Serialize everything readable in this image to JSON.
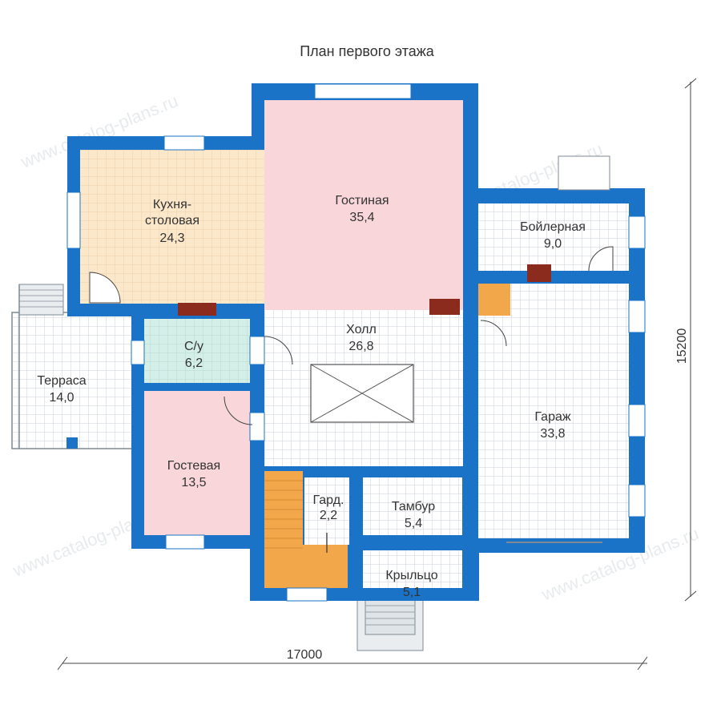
{
  "title": "План первого этажа",
  "dimensions": {
    "width": "17000",
    "height": "15200"
  },
  "watermark": "www.catalog-plans.ru",
  "colors": {
    "wall": "#1a73c6",
    "wall_dark": "#0d4f8f",
    "tile_white": "#ffffff",
    "grid": "#c9d2da",
    "kitchen": "#fbe7c9",
    "living": "#f9d6da",
    "guest": "#f9d6da",
    "bath": "#d4efe8",
    "stairs": "#f2a74b",
    "chimney": "#8b2b1e"
  },
  "rooms": {
    "kitchen": {
      "name": "Кухня-\nстоловая",
      "name_l1": "Кухня-",
      "name_l2": "столовая",
      "area": "24,3"
    },
    "living": {
      "name": "Гостиная",
      "area": "35,4"
    },
    "boiler": {
      "name": "Бойлерная",
      "area": "9,0"
    },
    "hall": {
      "name": "Холл",
      "area": "26,8"
    },
    "bath": {
      "name": "С/у",
      "area": "6,2"
    },
    "terrace": {
      "name": "Терраса",
      "area": "14,0"
    },
    "garage": {
      "name": "Гараж",
      "area": "33,8"
    },
    "guest": {
      "name": "Гостевая",
      "area": "13,5"
    },
    "wardrobe": {
      "name": "Гард.",
      "area": "2,2"
    },
    "vestibule": {
      "name": "Тамбур",
      "area": "5,4"
    },
    "porch": {
      "name": "Крыльцо",
      "area": "5,1"
    }
  }
}
